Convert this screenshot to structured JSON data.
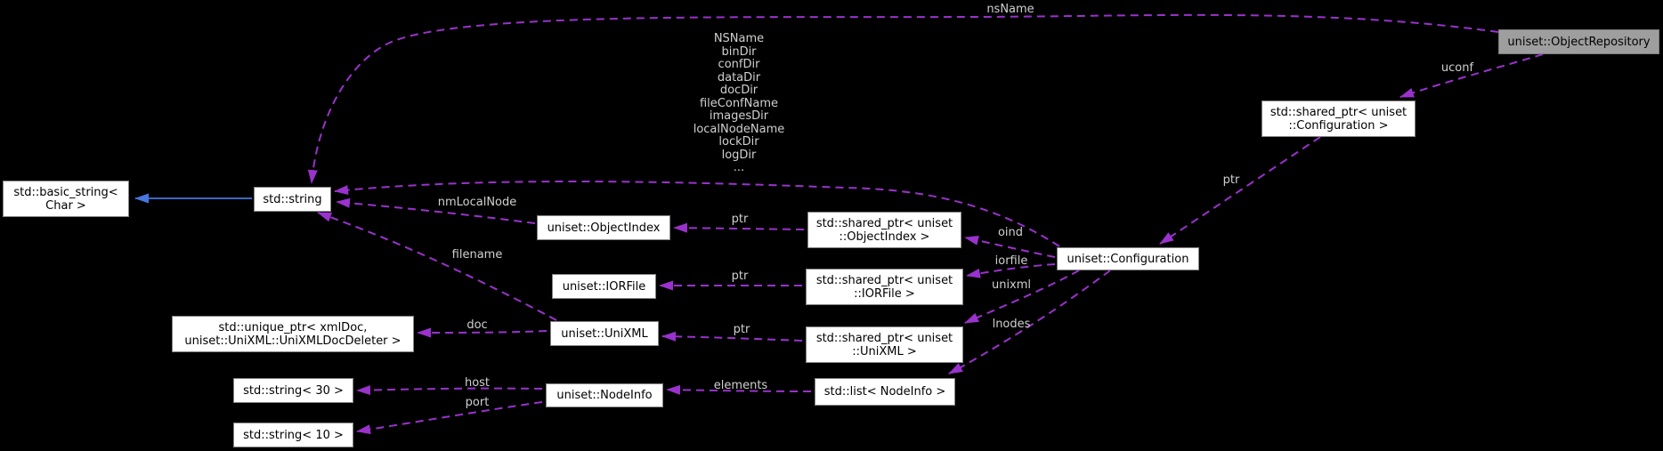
{
  "diagram": {
    "background": "#000000",
    "edge_color": "#9a32cd",
    "inheritance_color": "#4876e0",
    "edge_label_color": "#d0d0d0",
    "main_node_fill": "#9e9e9e",
    "node_fill": "#ffffff"
  },
  "nodes": {
    "object_repository": {
      "label": "uniset::ObjectRepository"
    },
    "shared_ptr_configuration": {
      "label": "std::shared_ptr< uniset\n::Configuration >"
    },
    "basic_string": {
      "label": "std::basic_string<\nChar >"
    },
    "string": {
      "label": "std::string"
    },
    "object_index": {
      "label": "uniset::ObjectIndex"
    },
    "shared_ptr_object_index": {
      "label": "std::shared_ptr< uniset\n::ObjectIndex >"
    },
    "configuration": {
      "label": "uniset::Configuration"
    },
    "ior_file": {
      "label": "uniset::IORFile"
    },
    "shared_ptr_ior_file": {
      "label": "std::shared_ptr< uniset\n::IORFile >"
    },
    "unique_ptr_xmldoc": {
      "label": "std::unique_ptr< xmlDoc,\nuniset::UniXML::UniXMLDocDeleter >"
    },
    "unixml": {
      "label": "uniset::UniXML"
    },
    "shared_ptr_unixml": {
      "label": "std::shared_ptr< uniset\n::UniXML >"
    },
    "string_30": {
      "label": "std::string< 30 >"
    },
    "node_info": {
      "label": "uniset::NodeInfo"
    },
    "list_node_info": {
      "label": "std::list< NodeInfo >"
    },
    "string_10": {
      "label": "std::string< 10 >"
    }
  },
  "edge_labels": {
    "nsname": "nsName",
    "uconf": "uconf",
    "ptr_configuration": "ptr",
    "config_strings": "NSName\nbinDir\nconfDir\ndataDir\ndocDir\nfileConfName\nimagesDir\nlocalNodeName\nlockDir\nlogDir\n...",
    "nm_local_node": "nmLocalNode",
    "ptr_object_index": "ptr",
    "oind": "oind",
    "iorfile": "iorfile",
    "unixml": "unixml",
    "lnodes": "lnodes",
    "filename": "filename",
    "ptr_ior_file": "ptr",
    "doc": "doc",
    "ptr_unixml": "ptr",
    "host": "host",
    "port": "port",
    "elements": "elements"
  }
}
